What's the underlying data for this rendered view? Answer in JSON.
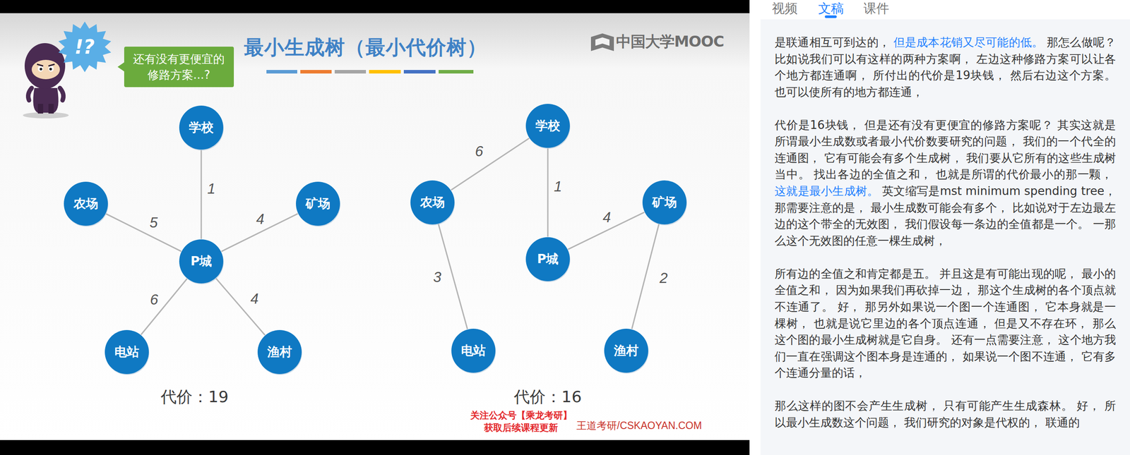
{
  "diagram": {
    "title": "最小生成树（最小代价树）",
    "nodes": [
      {
        "text": [
          "!?"
        ]
      },
      {
        "text": [
          "还有没有更便宜的 修路方案...?"
        ]
      },
      {
        "text": [
          "学校"
        ]
      },
      {
        "text": [
          "农场"
        ]
      },
      {
        "text": [
          "矿场"
        ]
      },
      {
        "text": [
          "P城"
        ]
      },
      {
        "text": [
          "电站"
        ]
      },
      {
        "text": [
          "渔村"
        ]
      },
      {
        "text": [
          "学校"
        ]
      },
      {
        "text": [
          "农场"
        ]
      },
      {
        "text": [
          "矿场"
        ]
      },
      {
        "text": [
          "P城"
        ]
      },
      {
        "text": [
          "电站"
        ]
      },
      {
        "text": [
          "渔村"
        ]
      }
    ],
    "edges": [
      {
        "from": 2,
        "to": 5,
        "label": "1",
        "arrow": "none"
      },
      {
        "from": 3,
        "to": 5,
        "label": "5",
        "arrow": "none"
      },
      {
        "from": 4,
        "to": 5,
        "label": "4",
        "arrow": "none"
      },
      {
        "from": 5,
        "to": 6,
        "label": "6",
        "arrow": "none"
      },
      {
        "from": 5,
        "to": 7,
        "label": "4",
        "arrow": "none"
      },
      {
        "from": 8,
        "to": 9,
        "label": "6",
        "arrow": "none"
      },
      {
        "from": 8,
        "to": 11,
        "label": "1",
        "arrow": "none"
      },
      {
        "from": 11,
        "to": 10,
        "label": "4",
        "arrow": "none"
      },
      {
        "from": 9,
        "to": 12,
        "label": "3",
        "arrow": "none"
      },
      {
        "from": 10,
        "to": 13,
        "label": "2",
        "arrow": "none"
      }
    ],
    "labels": [
      "中国大学MOOC",
      "代价：19",
      "代价：16",
      "关注公众号【乘龙考研】",
      "获取后续课程更新",
      "王道考研/CSKAOYAN.COM",
      "视频",
      "文稿",
      "课件",
      "是联通相互可到达的，",
      "但是成本花销又尽可能的低。",
      "那怎么做呢？ 比如说我们可以有这样的两种方案啊， 左边这种修路方案可以让各个地方都连通啊， 所付出的代价是19块钱， 然后右边这个方案。 也可以使所有的地方都连通，",
      "代价是16块钱， 但是还有没有更便宜的修路方案呢？ 其实这就是所谓最小生成数或者最小代价数要研究的问题， 我们的一个代全的连通图， 它有可能会有多个生成树， 我们要从它所有的这些生成树当中。 找出各边的全值之和， 也就是所谓的代价最小的那一颗，",
      "这就是最小生成树。",
      "英文缩写是mst minimum spending tree， 那需要注意的是， 最小生成数可能会有多个， 比如说对于左边最左边的这个带全的无效图， 我们假设每一条边的全值都是一个。 一那么这个无效图的任意一棵生成树，",
      "所有边的全值之和肯定都是五。 并且这是有可能出现的呢， 最小的全值之和， 因为如果我们再砍掉一边， 那这个生成树的各个顶点就不连通了。 好， 那另外如果说一个图一个连通图， 它本身就是一棵树， 也就是说它里边的各个顶点连通， 但是又不存在环， 那么这个图的最小生成树就是它自身。 还有一点需要注意， 这个地方我们一直在强调这个图本身是连通的， 如果说一个图不连通， 它有多个连通分量的话，",
      "那么这样的图不会产生生成树， 只有可能产生生成森林。 好， 所以最小生成数这个问题， 我们研究的对象是代权的， 联通的"
    ]
  }
}
